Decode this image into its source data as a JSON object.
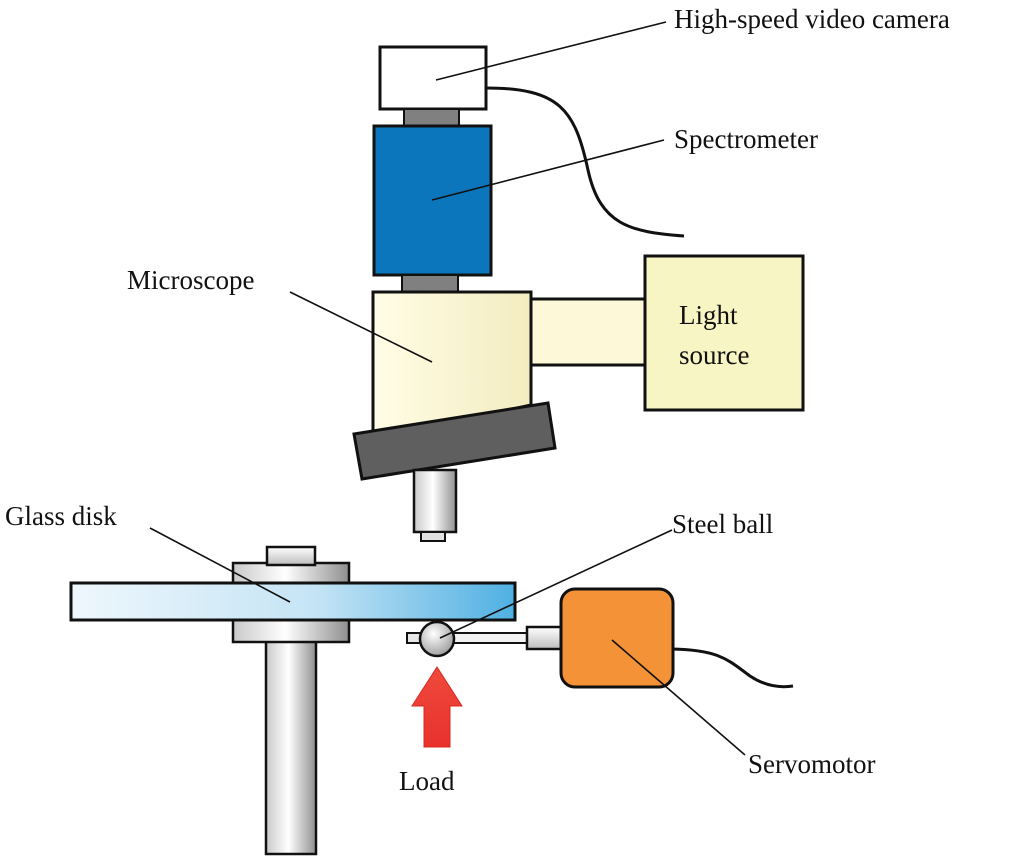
{
  "labels": {
    "camera": "High-speed video camera",
    "spectrometer": "Spectrometer",
    "microscope": "Microscope",
    "light_source_line1": "Light",
    "light_source_line2": "source",
    "glass_disk": "Glass disk",
    "steel_ball": "Steel ball",
    "servomotor": "Servomotor",
    "load": "Load"
  },
  "colors": {
    "spectrometer": "#0b76bb",
    "servomotor": "#f39237",
    "light_source": "#f7f5c4",
    "microscope_light": "#fffde6",
    "microscope_dark": "#f3ecc0",
    "objective_plate": "#5f5f5f",
    "connector": "#808080",
    "glass_light": "#e9f4fb",
    "glass_dark": "#5fb6e3",
    "load_arrow": "#e8312d"
  }
}
